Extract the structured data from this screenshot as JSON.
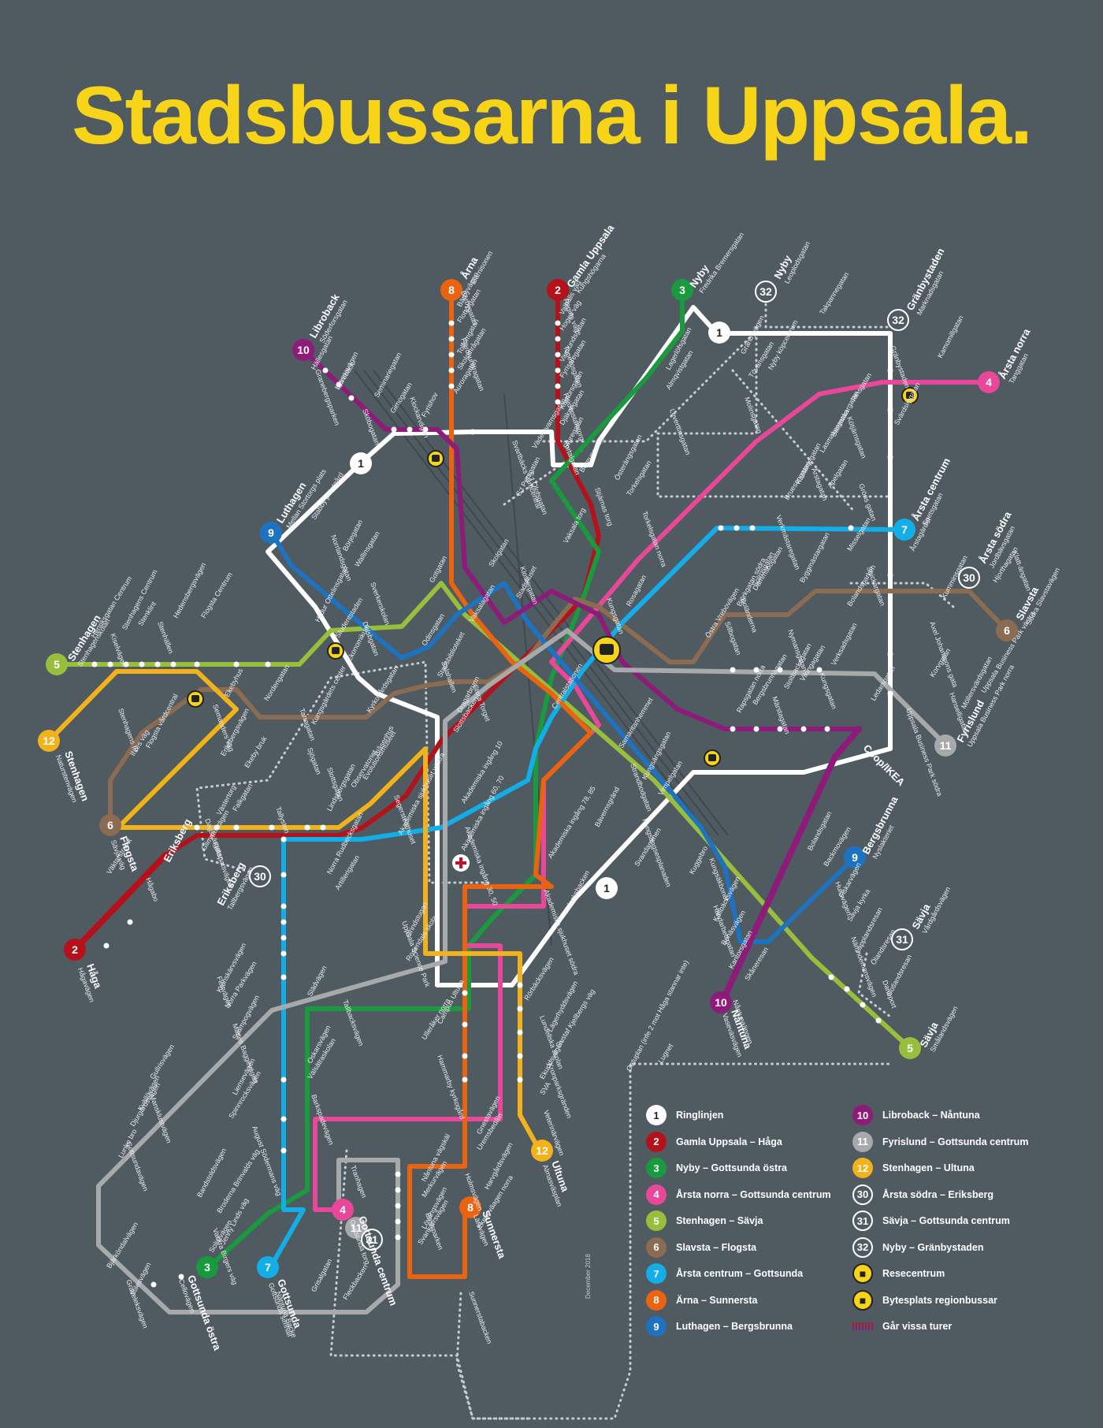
{
  "title": "Stadsbussarna i Uppsala.",
  "colors": {
    "background": "#4f5a61",
    "title": "#f7d417",
    "line_1": "#ffffff",
    "line_2": "#b4111b",
    "line_3": "#1a9a3e",
    "line_4": "#e8479a",
    "line_5": "#97bf3d",
    "line_6": "#8b6b52",
    "line_7": "#13aee8",
    "line_8": "#ea6310",
    "line_9": "#1e73c0",
    "line_10": "#8e1a7a",
    "line_11": "#a7a9ab",
    "line_12": "#f2b21b",
    "line_30_31_32": "#c8cccf",
    "bus_icon": "#f7d417"
  },
  "terminals": [
    {
      "line": "1",
      "name": "",
      "sub": ""
    },
    {
      "line": "2",
      "name": "Gamla Uppsala",
      "sub": "Kungshögarna"
    },
    {
      "line": "2",
      "name": "Håga",
      "sub": "Hågavägen"
    },
    {
      "line": "3",
      "name": "Nyby",
      "sub": "Fredrika Bremersgatan"
    },
    {
      "line": "3",
      "name": "Gottsunda östra",
      "sub": "Cellovägen"
    },
    {
      "line": "4",
      "name": "Årsta norra",
      "sub": "Tanggatan"
    },
    {
      "line": "4",
      "name": "",
      "sub": ""
    },
    {
      "line": "5",
      "name": "Stenhagen",
      "sub": "Stenhagenskolan"
    },
    {
      "line": "5",
      "name": "Sävja",
      "sub": "Smålandsvägen"
    },
    {
      "line": "6",
      "name": "Slavsta",
      "sub": "Södra Slavstavägen"
    },
    {
      "line": "6",
      "name": "Flogsta",
      "sub": "Sävja väg"
    },
    {
      "line": "7",
      "name": "Årsta centrum",
      "sub": "Spetsgatan"
    },
    {
      "line": "7",
      "name": "Gottsunda",
      "sub": "Gottsunda simhall"
    },
    {
      "line": "8",
      "name": "Årna",
      "sub": "Garnisonen"
    },
    {
      "line": "8",
      "name": "Sunnersta",
      "sub": "Lärkvägen"
    },
    {
      "line": "9",
      "name": "Luthagen",
      "sub": "Mellan Stortorgs plats"
    },
    {
      "line": "9",
      "name": "Bergsbrunna",
      "sub": "Nyslakteriet"
    },
    {
      "line": "10",
      "name": "Libroback",
      "sub": "Söderforsgatan"
    },
    {
      "line": "10",
      "name": "Nåntuna",
      "sub": "Vaseväsvägen"
    },
    {
      "line": "11",
      "name": "Fyrislund",
      "sub": "Uppsala Business Park norra"
    },
    {
      "line": "11",
      "name": "",
      "sub": ""
    },
    {
      "line": "12",
      "name": "Stenhagen",
      "sub": "Naturstenvägen"
    },
    {
      "line": "12",
      "name": "Ultuna",
      "sub": "Almasväsplan"
    },
    {
      "line": "30",
      "name": "Årsta södra",
      "sub": "Jordbävsgatan"
    },
    {
      "line": "30",
      "name": "Eriksberg",
      "sub": "Tallbergsvägen"
    },
    {
      "line": "31",
      "name": "Sävja",
      "sub": "Vårdgårdsvägen"
    },
    {
      "line": "31",
      "name": "",
      "sub": ""
    },
    {
      "line": "32",
      "name": "Nyby",
      "sub": "Leoplodsgatan"
    },
    {
      "line": "32",
      "name": "Gränbystaden",
      "sub": "Marknadsgatan"
    },
    {
      "line": "",
      "name": "Gottsunda centrum",
      "sub": "Gottsunda torg"
    },
    {
      "line": "",
      "name": "Coop/IKEA",
      "sub": ""
    },
    {
      "line": "",
      "name": "Eriksberg",
      "sub": ""
    }
  ],
  "stop_labels": [
    "Hällesgatan",
    "Librobäck",
    "Sköbogatan",
    "Seminariegatan",
    "Gimogatan",
    "Klockarvägen",
    "Fyrishov",
    "Auroragatan",
    "Bärbygatan",
    "Bärbyvägen",
    "Flottörgatan",
    "Fjärdhundragatan",
    "Tolfomgatan",
    "Skolområgatan",
    "Regins väg",
    "Valhalls väg",
    "Hoges väg",
    "Tonellosgatan",
    "Vamlundsgatan",
    "Fyrissregatan",
    "Heidenstamtorg",
    "Kantorsgatan",
    "Djäknegatan",
    "Portalgatan",
    "Lagerlöfsgatan",
    "Almqvistgatan",
    "Leverttinsgatan",
    "Gränbyvägen",
    "Tövänsgatan",
    "Molinsgatan",
    "Nyby köpcentrum",
    "Takpannegatan",
    "Gränbystaden",
    "Kamomillgatan",
    "Rinsgatan",
    "Kötjärnsgatan",
    "Stormakargatan",
    "Lasmakargatan",
    "Årstagatan",
    "Kastanjegatan",
    "Bruesongatan",
    "Verkmästaregatan",
    "Svärdslipgatan",
    "Apelgatan",
    "Gröns gatan",
    "Årstagärdet",
    "Misselgatan",
    "Snickargatan",
    "Byggmästargatan",
    "Hjorthagatan",
    "Klatt-ängatan",
    "Sturegatan",
    "Bureusgatan",
    "Stjärnas torg",
    "Österängsgatan",
    "Torkelsgatan",
    "Torkelsgatan norra",
    "Vaksala torg",
    "Väderkvarnsgatan",
    "S:t Olofsgatan",
    "S:t Persgatan",
    "Skolgatan",
    "Klostergatan",
    "Stadshuset",
    "Centralstationen",
    "Kungsgatan",
    "Rosagatan",
    "Vaksalagatan",
    "Stora Torget",
    "Dragarbrunn",
    "Slottsbacken",
    "Svartbäcks vårdcentral",
    "Gotgatan",
    "Stabby prästgård",
    "Norrlandsgatan",
    "Börjegatan",
    "Wallinsgatan",
    "Sverkerskolan",
    "Hildur Ottelinsgatan",
    "Studentstaden",
    "Delsbgatan",
    "Ekonomikum",
    "Odinsgatan",
    "Salahallen",
    "Stadsbiblioteket",
    "Henriksgatan Centrum",
    "Kiselvägen",
    "Stenhagens Centrum",
    "Stenklint",
    "Stenhällen",
    "Hedensbergsvägen",
    "Flogsta Centrum",
    "Stenhagens IP",
    "Flogsta vårdcentral",
    "Ihres väg",
    "Semanders väg",
    "Ekebyhus",
    "Nordengatan",
    "Tarragatan",
    "Kungsgärdets center",
    "Kyrkogårdsgatan",
    "Sjögatan",
    "Eriksbergsvägen",
    "Ekeby bruk",
    "Slottsgatan",
    "Blåsenhus",
    "Evolutionsmuseet",
    "Dagskärgatan",
    "Västertorg",
    "Falkgatan",
    "Tallysten",
    "Lindsbergsgatan",
    "Observatoriet",
    "Segerstedthuset",
    "Akademiska sjukhuset västra",
    "Glimmervägen",
    "Fältspatsvägen",
    "Norra Rudbecksgatan",
    "Artillerigatan",
    "Uppsala Science Park",
    "Grindstugan",
    "Rosendals skola",
    "Tallbacksvägen",
    "Slädvägen",
    "Akademiska ingång 10",
    "Akademiska ingång 30, 50",
    "Akademiska ingång 60, 70",
    "Akademiska ingång 78, 85",
    "Akademiska sjukhuset södra",
    "Polacksbacken",
    "Samaritanhemmet",
    "Strandbodgatan",
    "Kungsängsgatan",
    "Vimpelgatan",
    "Kungsängsesplanaden",
    "Bävernsgränd",
    "Svandammen",
    "Kungsäkbonet",
    "Kuggebro",
    "Östra Vrebovägen",
    "Sillbogatan",
    "Björkgatan södra",
    "Dammsbogatan",
    "Nymansgatan",
    "Rapsgatan norra",
    "Bergsbrunnagatan",
    "Märstagatan",
    "Stoltbacksgatan",
    "Vikingagatan",
    "Kungsgatan",
    "Verksadsgatan",
    "Ledarsgatan",
    "Boländerna",
    "Solrosgatan",
    "Bolandsparken",
    "Axel Johanssons gata",
    "Kumminsgatan",
    "Korvgatan",
    "Hanselligatan",
    "Möllersvärdsgatan",
    "Uppsala Business Park västra",
    "Uppsala Business Park södra",
    "Bolandsgatan",
    "Backmovägen",
    "Hultsvägen",
    "Fiskarvägen",
    "Sävja kyrka",
    "Nämndemansvägen",
    "Lapplandsresan",
    "Ölandsresan",
    "Daneport",
    "Gotlandsresan",
    "Skåneresan",
    "Nåntunaängen",
    "Kantorsgatan",
    "Bonäsvägen",
    "Handarbetsgatan",
    "Kallbäcksvägen",
    "Rörbäcksvägen",
    "Lundellska skolan",
    "Lägerhyddsvägen",
    "Gustaf Kjellbergs väg",
    "Kronparksgränden",
    "Ekuddsvägen",
    "SVA",
    "Veterinärvägen",
    "Campus Ultuna",
    "Ulleråker norra",
    "Hammarby kyrkogård",
    "Gnestavägen",
    "Uremsbedåln",
    "Holmsvägen",
    "Harvgårdsvägen",
    "Ekebyväagen norra",
    "Sunnerstabacken",
    "Nåntuna vägskäl",
    "Merkurvägen",
    "Emilsparken",
    "Lövängsvägen",
    "Svankärrsvägen",
    "Tranhagen",
    "Oskarsvägen",
    "Välsätraskolan",
    "Barkspadevägen",
    "Liensevägen",
    "Spinnrocksvägen",
    "August Södermans väg",
    "Bandstoldsvägen",
    "Broderna Brinvalds väg",
    "Vackra Birgers väg",
    "Jenny Linds väg",
    "Solistvägen",
    "Flöjtvägen",
    "Kronskärvsvägen",
    "Norra Parkvägen",
    "Mattes Baggevägen",
    "Svampogvägen",
    "Bjärköndalvägen",
    "Graveleksvägen",
    "Stilesvägen",
    "Gullrisvägen",
    "Mansklustvägen",
    "Kvällövägen",
    "Djurgårdsvägen",
    "Gottsundavägen",
    "Lunko bro",
    "Väktarstravik",
    "Hågabo",
    "Gatuplan (infe 2 mot Håga stannar inte)",
    "Lugnet",
    "Nåntuna Backe",
    "Grisalgatan",
    "Fleckbacken",
    "Granebergsparken",
    "Lyssnavägen"
  ],
  "legend": [
    {
      "badge": "1",
      "label": "Ringlinjen",
      "style": "solid",
      "color": "#ffffff",
      "text_color": "#222222"
    },
    {
      "badge": "2",
      "label": "Gamla Uppsala – Håga",
      "style": "solid",
      "color": "#b4111b",
      "text_color": "#ffffff"
    },
    {
      "badge": "3",
      "label": "Nyby – Gottsunda östra",
      "style": "solid",
      "color": "#1a9a3e",
      "text_color": "#ffffff"
    },
    {
      "badge": "4",
      "label": "Årsta norra – Gottsunda centrum",
      "style": "solid",
      "color": "#e8479a",
      "text_color": "#ffffff"
    },
    {
      "badge": "5",
      "label": "Stenhagen – Sävja",
      "style": "solid",
      "color": "#97bf3d",
      "text_color": "#ffffff"
    },
    {
      "badge": "6",
      "label": "Slavsta – Flogsta",
      "style": "solid",
      "color": "#8b6b52",
      "text_color": "#ffffff"
    },
    {
      "badge": "7",
      "label": "Årsta centrum – Gottsunda",
      "style": "solid",
      "color": "#13aee8",
      "text_color": "#ffffff"
    },
    {
      "badge": "8",
      "label": "Ärna – Sunnersta",
      "style": "solid",
      "color": "#ea6310",
      "text_color": "#ffffff"
    },
    {
      "badge": "9",
      "label": "Luthagen – Bergsbrunna",
      "style": "solid",
      "color": "#1e73c0",
      "text_color": "#ffffff"
    },
    {
      "badge": "10",
      "label": "Libroback – Nåntuna",
      "style": "solid",
      "color": "#8e1a7a",
      "text_color": "#ffffff"
    },
    {
      "badge": "11",
      "label": "Fyrislund – Gottsunda centrum",
      "style": "solid",
      "color": "#a7a9ab",
      "text_color": "#ffffff"
    },
    {
      "badge": "12",
      "label": "Stenhagen – Ultuna",
      "style": "solid",
      "color": "#f2b21b",
      "text_color": "#ffffff"
    },
    {
      "badge": "30",
      "label": "Årsta södra – Eriksberg",
      "style": "outline",
      "color": "#ffffff",
      "text_color": "#ffffff"
    },
    {
      "badge": "31",
      "label": "Sävja – Gottsunda centrum",
      "style": "outline",
      "color": "#ffffff",
      "text_color": "#ffffff"
    },
    {
      "badge": "32",
      "label": "Nyby – Gränbystaden",
      "style": "outline",
      "color": "#ffffff",
      "text_color": "#ffffff"
    },
    {
      "badge": "bus",
      "label": "Resecentrum",
      "style": "bus",
      "icon": "bus-icon"
    },
    {
      "badge": "bus",
      "label": "Bytesplats regionbussar",
      "style": "bus",
      "icon": "bus-icon"
    },
    {
      "badge": "hatch",
      "label": "Går vissa turer",
      "style": "hatch",
      "icon": "hatched-line-icon"
    }
  ],
  "footnote": "December 2018"
}
